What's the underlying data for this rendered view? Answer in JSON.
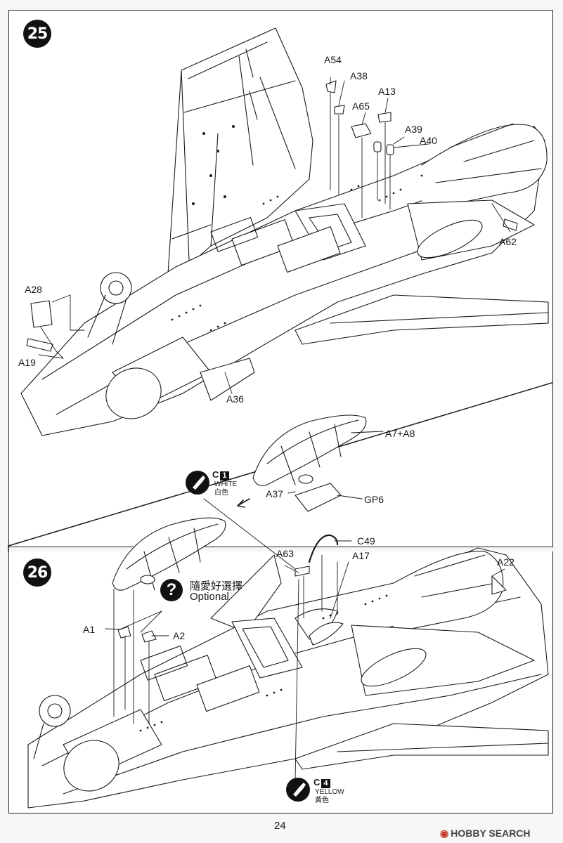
{
  "step25": {
    "number": "25",
    "labels": {
      "a54": "A54",
      "a38": "A38",
      "a13": "A13",
      "a65": "A65",
      "a39": "A39",
      "a40": "A40",
      "a62": "A62",
      "a28": "A28",
      "a19": "A19",
      "a36": "A36",
      "a7a8": "A7+A8",
      "a37": "A37",
      "gp6": "GP6"
    },
    "paint": {
      "code": "C",
      "num": "1",
      "name": "WHITE",
      "name_zh": "白色"
    }
  },
  "step26": {
    "number": "26",
    "labels": {
      "a63": "A63",
      "c49": "C49",
      "a17": "A17",
      "a22": "A22",
      "a1": "A1",
      "a2": "A2"
    },
    "optional": {
      "zh": "隨愛好選擇",
      "en": "Optional"
    },
    "paint": {
      "code": "C",
      "num": "4",
      "name": "YELLOW",
      "name_zh": "黃色"
    }
  },
  "page_number": "24",
  "watermark": "HOBBY SEARCH",
  "icons": [
    "paint-brush-icon",
    "paint-brush-icon",
    "question-icon",
    "arrow-icon"
  ]
}
